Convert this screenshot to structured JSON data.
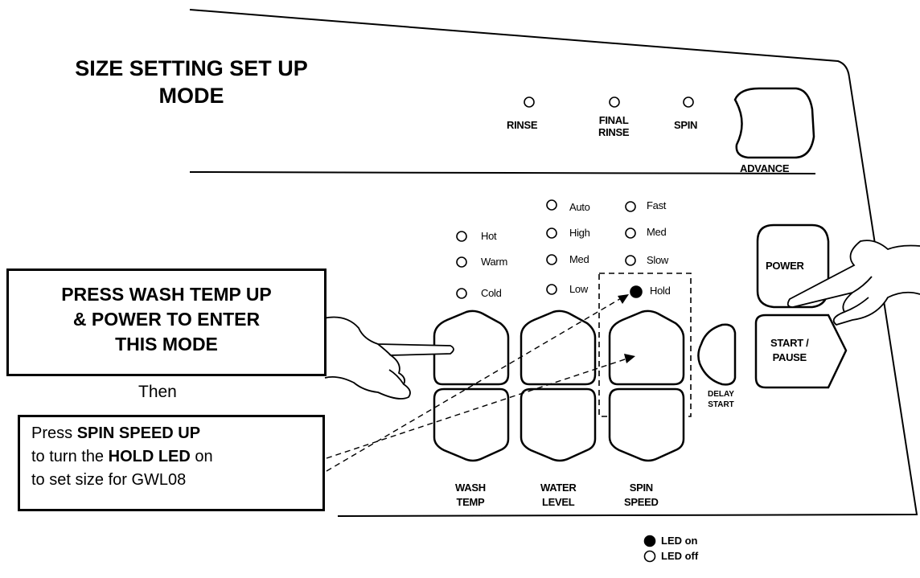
{
  "title": {
    "line1": "SIZE SETTING SET UP",
    "line2": "MODE"
  },
  "top_leds": {
    "rinse": "RINSE",
    "final_rinse_line1": "FINAL",
    "final_rinse_line2": "RINSE",
    "spin": "SPIN",
    "advance": "ADVANCE"
  },
  "wash_temp": {
    "hot": "Hot",
    "warm": "Warm",
    "cold": "Cold"
  },
  "water_level": {
    "auto": "Auto",
    "high": "High",
    "med": "Med",
    "low": "Low"
  },
  "spin_speed": {
    "fast": "Fast",
    "med": "Med",
    "slow": "Slow",
    "hold": "Hold"
  },
  "buttons": {
    "power": "POWER",
    "start_pause_line1": "START /",
    "start_pause_line2": "PAUSE",
    "delay_start_line1": "DELAY",
    "delay_start_line2": "START",
    "wash_temp_line1": "WASH",
    "wash_temp_line2": "TEMP",
    "water_level_line1": "WATER",
    "water_level_line2": "LEVEL",
    "spin_speed_line1": "SPIN",
    "spin_speed_line2": "SPEED"
  },
  "instruction1": {
    "line1": "PRESS WASH TEMP UP",
    "line2": "& POWER TO ENTER",
    "line3": "THIS MODE"
  },
  "then": "Then",
  "instruction2": {
    "press": "Press ",
    "spin_speed_up": "SPIN SPEED UP",
    "to_turn": "to turn the ",
    "hold_led": "HOLD LED",
    "on": " on",
    "line3": "to set size for GWL08"
  },
  "legend": {
    "on": "LED on",
    "off": "LED off"
  }
}
